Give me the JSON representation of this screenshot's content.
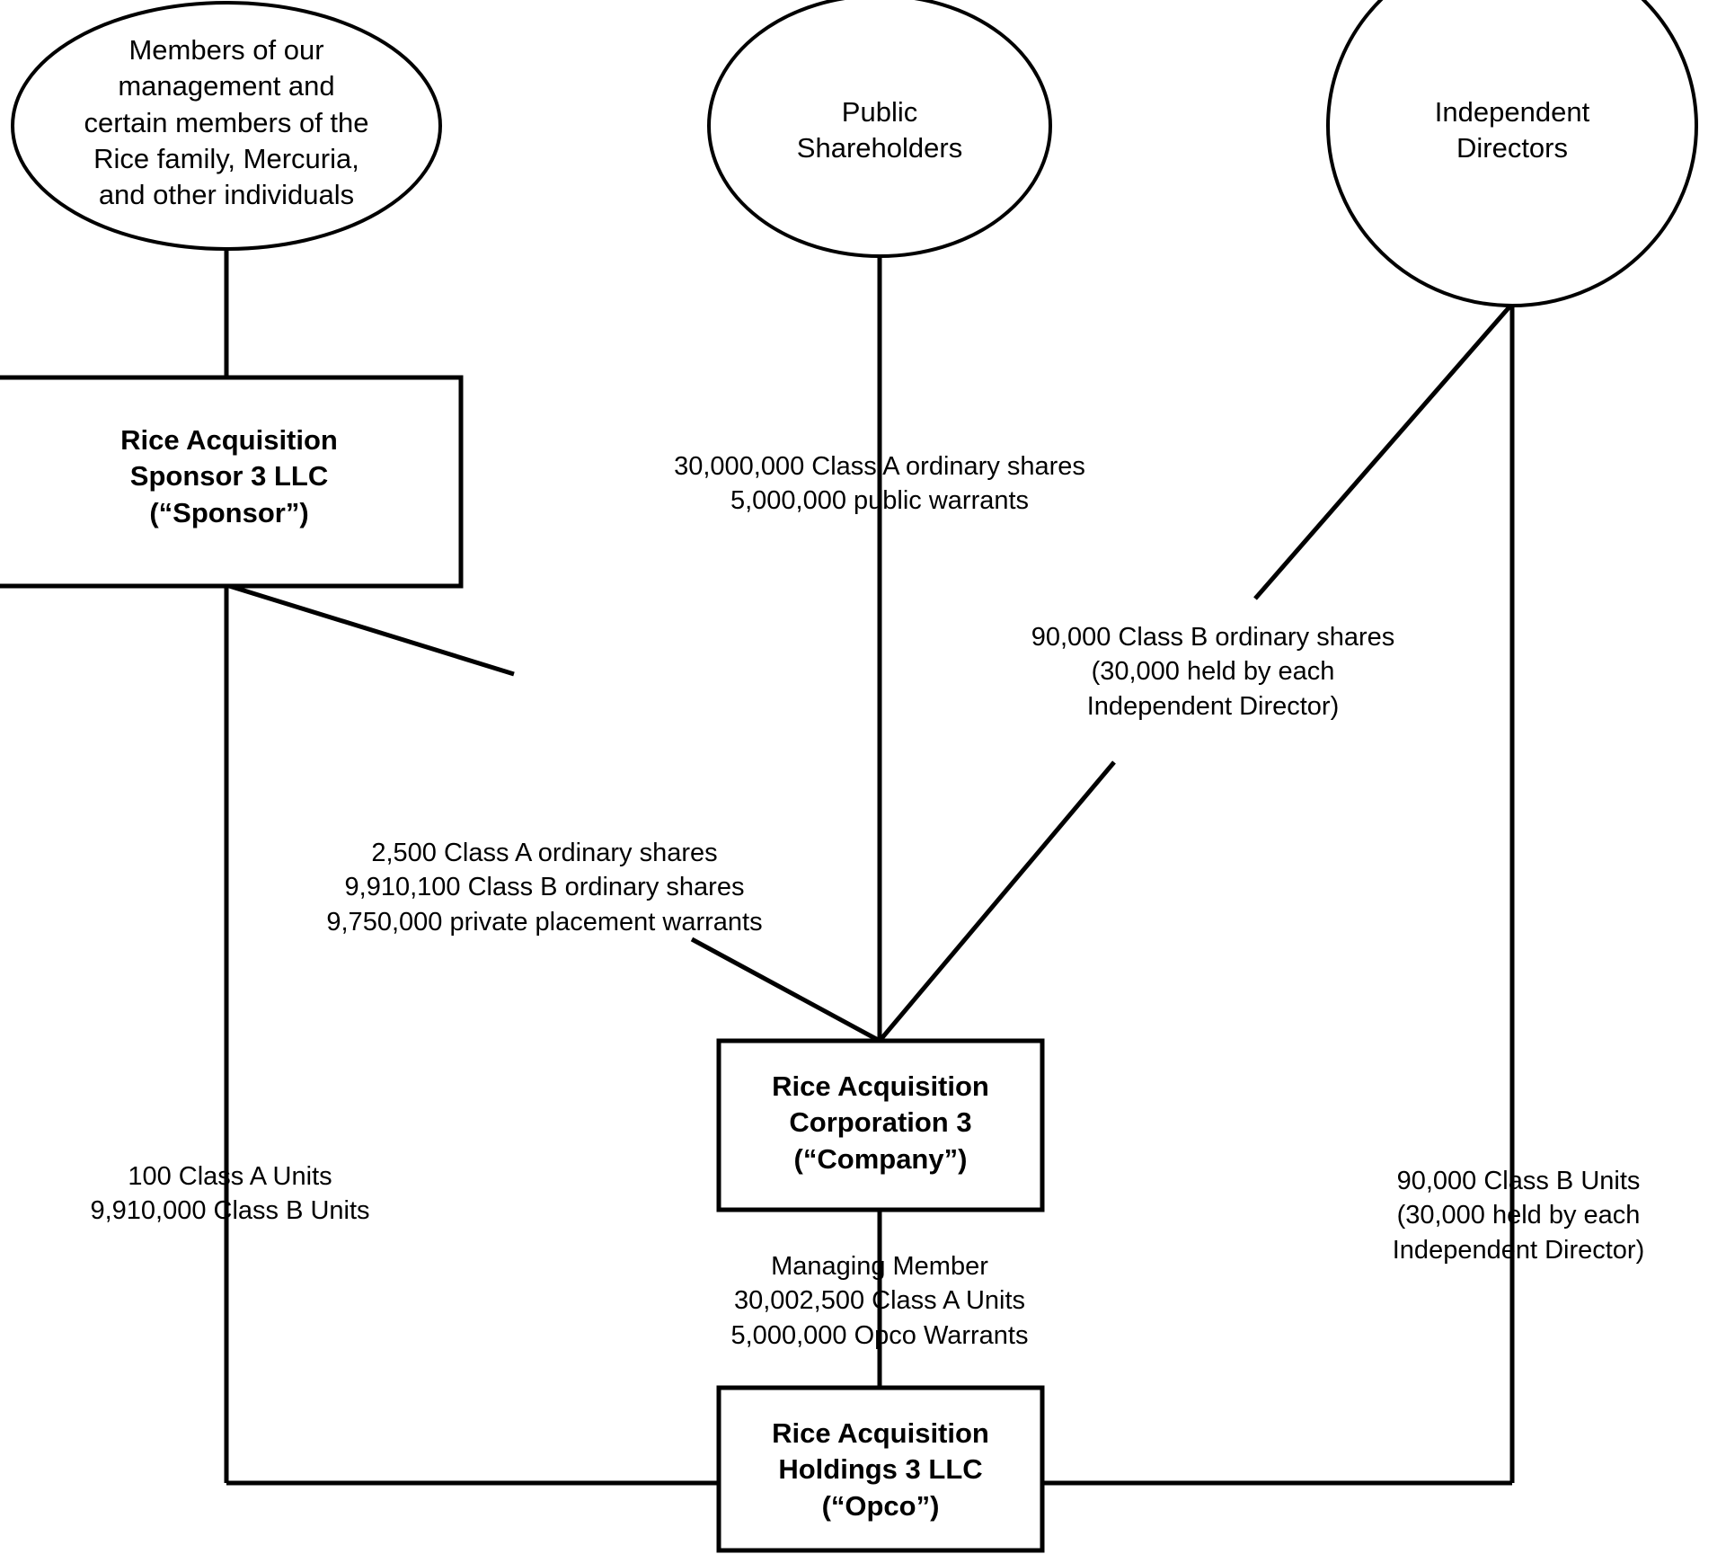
{
  "diagram": {
    "title": "Rice Acquisition Corporation 3 ownership structure",
    "colors": {
      "background": "#ffffff",
      "stroke": "#000000",
      "text": "#000000"
    },
    "nodes": {
      "management_members": {
        "shape": "ellipse",
        "label": "Members of our\nmanagement and\ncertain members of the\nRice family, Mercuria,\nand other individuals"
      },
      "public_shareholders": {
        "shape": "ellipse",
        "label": "Public\nShareholders"
      },
      "independent_directors": {
        "shape": "ellipse",
        "label": "Independent\nDirectors"
      },
      "sponsor": {
        "shape": "box",
        "label": "Rice Acquisition\nSponsor 3 LLC\n(“Sponsor”)"
      },
      "company": {
        "shape": "box",
        "label": "Rice Acquisition\nCorporation 3\n(“Company”)"
      },
      "opco": {
        "shape": "box",
        "label": "Rice Acquisition\nHoldings 3 LLC\n(“Opco”)"
      }
    },
    "edge_labels": {
      "public_to_company": "30,000,000 Class A ordinary shares\n5,000,000 public warrants",
      "directors_to_company": "90,000 Class B ordinary shares\n(30,000 held by each\nIndependent Director)",
      "sponsor_to_company": "2,500 Class A ordinary shares\n9,910,100 Class B ordinary shares\n9,750,000 private placement warrants",
      "sponsor_to_opco": "100 Class A Units\n9,910,000 Class B Units",
      "company_to_opco": "Managing Member\n30,002,500 Class A Units\n5,000,000 Opco Warrants",
      "directors_to_opco": "90,000 Class B Units\n(30,000 held by each\nIndependent Director)"
    }
  }
}
